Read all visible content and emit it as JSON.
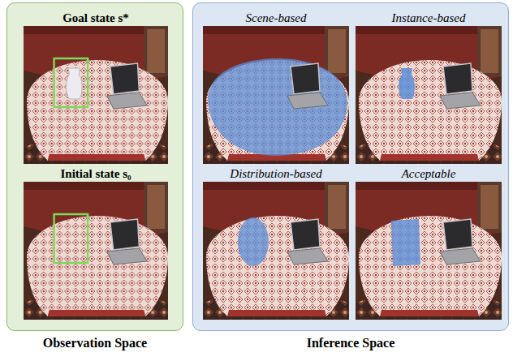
{
  "diagram": {
    "nodes": [
      {
        "text": [
          "Observation Space"
        ]
      },
      {
        "text": [
          "Goal state s*"
        ],
        "in": 0
      },
      {
        "text": [
          "Initial state s₀"
        ],
        "in": 0
      },
      {
        "text": [
          "Inference Space"
        ]
      },
      {
        "text": [
          "Scene-based"
        ],
        "in": 3
      },
      {
        "text": [
          "Instance-based"
        ],
        "in": 3
      },
      {
        "text": [
          "Distribution-based"
        ],
        "in": 3
      },
      {
        "text": [
          "Acceptable"
        ],
        "in": 3
      }
    ]
  }
}
